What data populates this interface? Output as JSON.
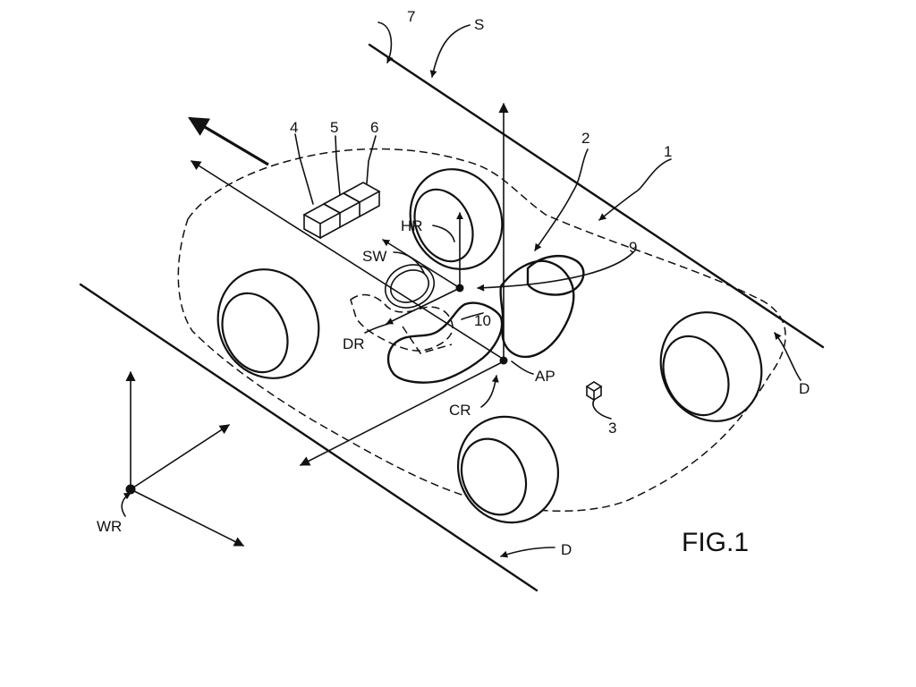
{
  "figure": {
    "caption": "FIG.1",
    "labels": {
      "l1": "1",
      "l2": "2",
      "l3": "3",
      "l4": "4",
      "l5": "5",
      "l6": "6",
      "l7": "7",
      "l9": "9",
      "l10": "10",
      "S": "S",
      "D_right": "D",
      "D_bottom": "D",
      "HR": "HR",
      "SW": "SW",
      "DR": "DR",
      "AP": "AP",
      "CR": "CR",
      "WR": "WR"
    }
  }
}
